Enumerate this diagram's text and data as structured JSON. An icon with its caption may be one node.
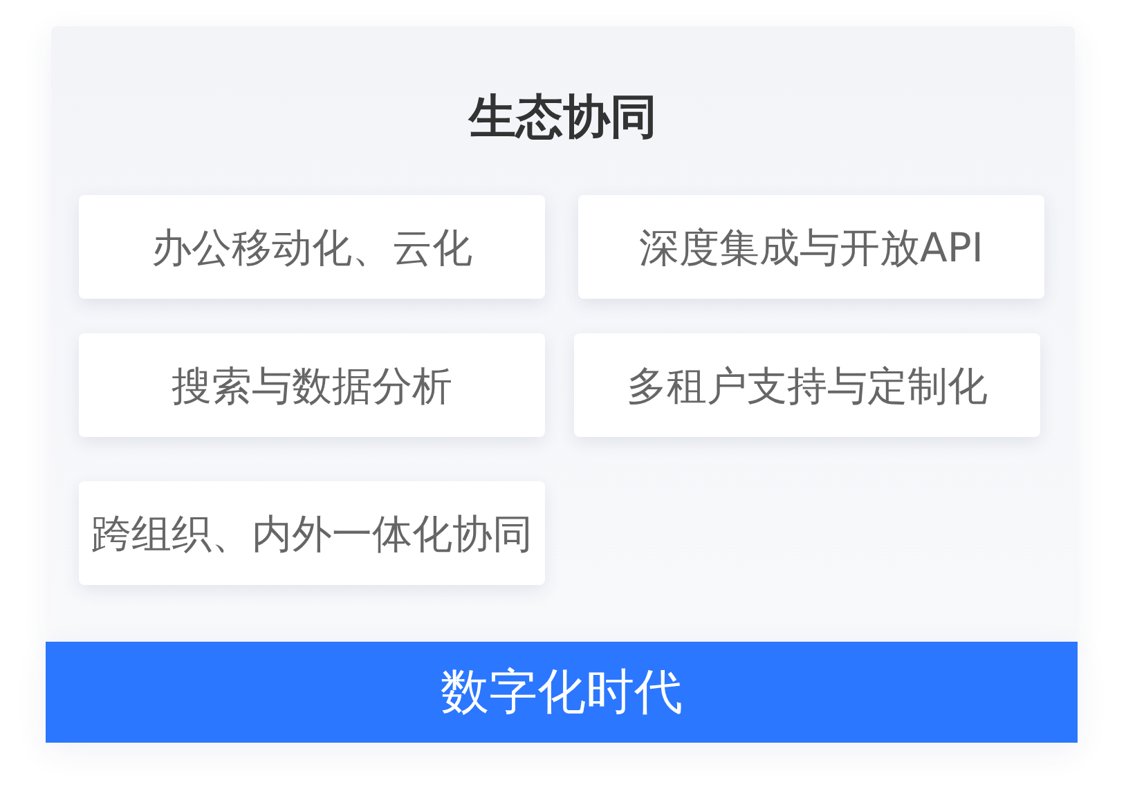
{
  "diagram": {
    "nodes": [
      {
        "text": [
          "生态协同"
        ]
      },
      {
        "text": [
          "办公移动化、云化"
        ],
        "in": 0
      },
      {
        "text": [
          "深度集成与开放API"
        ],
        "in": 0
      },
      {
        "text": [
          "搜索与数据分析"
        ],
        "in": 0
      },
      {
        "text": [
          "多租户支持与定制化"
        ],
        "in": 0
      },
      {
        "text": [
          "跨组织、内外一体化协同"
        ],
        "in": 0
      },
      {
        "text": [
          "数字化时代"
        ]
      }
    ]
  }
}
